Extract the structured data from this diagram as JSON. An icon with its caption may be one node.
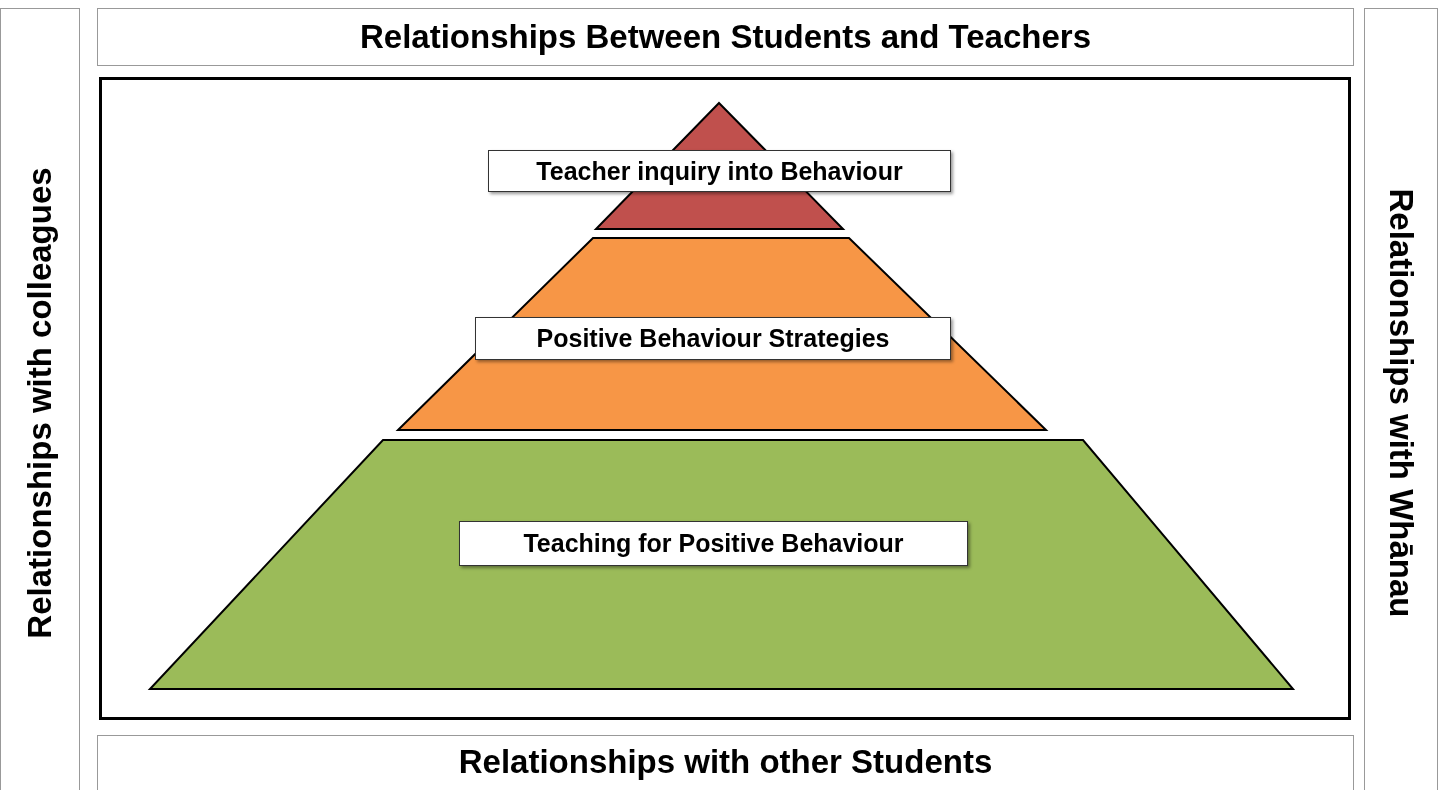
{
  "diagram": {
    "nodes": [
      {
        "text": [
          "Relationships Between Students and Teachers"
        ]
      },
      {
        "text": [
          "Relationships with colleagues"
        ]
      },
      {
        "text": [],
        "shape": "box"
      },
      {
        "text": [
          "Teacher inquiry into Behaviour"
        ],
        "in": 2
      },
      {
        "text": [
          "Positive Behaviour Strategies"
        ],
        "in": 2
      },
      {
        "text": [
          "Teaching for Positive Behaviour"
        ],
        "in": 2
      },
      {
        "text": [
          "Relationships with Whānau"
        ]
      },
      {
        "text": [
          "Relationships with other Students"
        ]
      }
    ]
  }
}
